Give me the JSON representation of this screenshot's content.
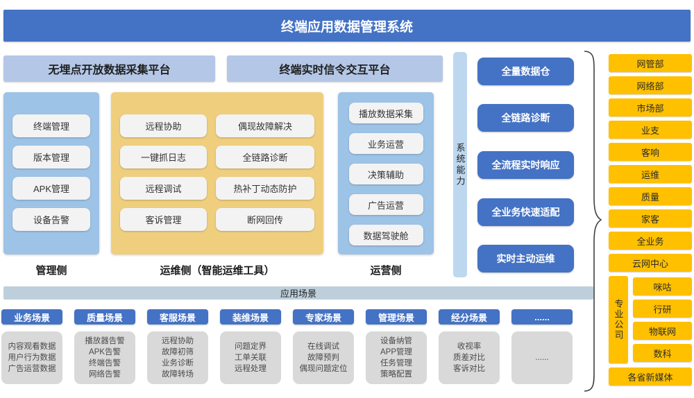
{
  "title": "终端应用数据管理系统",
  "platforms": [
    "无埋点开放数据采集平台",
    "终端实时信令交互平台"
  ],
  "management": {
    "label": "管理侧",
    "items": [
      "终端管理",
      "版本管理",
      "APK管理",
      "设备告警"
    ]
  },
  "maintenance": {
    "label": "运维侧（智能运维工具）",
    "left_items": [
      "远程协助",
      "一键抓日志",
      "远程调试",
      "客诉管理"
    ],
    "right_items": [
      "偶现故障解决",
      "全链路诊断",
      "热补丁动态防护",
      "断网回传"
    ]
  },
  "operation": {
    "label": "运营侧",
    "items": [
      "播放数据采集",
      "业务运营",
      "决策辅助",
      "广告运营",
      "数据驾驶舱"
    ]
  },
  "system_capability": {
    "label": "系统能力",
    "items": [
      "全量数据仓",
      "全链路诊断",
      "全流程实时响应",
      "全业务快速适配",
      "实时主动运维"
    ]
  },
  "departments": {
    "items": [
      "网管部",
      "网络部",
      "市场部",
      "业支",
      "客响",
      "运维",
      "质量",
      "家客",
      "全业务",
      "云网中心"
    ],
    "group_label": "专业公司",
    "group_items": [
      "咪咕",
      "行研",
      "物联网",
      "数科"
    ],
    "bottom_item": "各省新媒体"
  },
  "app_scenarios": {
    "label": "应用场景",
    "scenarios": [
      {
        "title": "业务场景",
        "items": [
          "内容观看数据",
          "用户行为数据",
          "广告运营数据"
        ]
      },
      {
        "title": "质量场景",
        "items": [
          "播放器告警",
          "APK告警",
          "终端告警",
          "网络告警"
        ]
      },
      {
        "title": "客服场景",
        "items": [
          "远程协助",
          "故障初筛",
          "业务诊断",
          "故障转场"
        ]
      },
      {
        "title": "装维场景",
        "items": [
          "问题定界",
          "工单关联",
          "远程处理"
        ]
      },
      {
        "title": "专家场景",
        "items": [
          "在线调试",
          "故障预判",
          "偶现问题定位"
        ]
      },
      {
        "title": "管理场景",
        "items": [
          "设备纳管",
          "APP管理",
          "任务管理",
          "策略配置"
        ]
      },
      {
        "title": "经分场景",
        "items": [
          "收视率",
          "质差对比",
          "客诉对比"
        ]
      },
      {
        "title": "......",
        "items": [
          "......"
        ]
      }
    ]
  },
  "colors": {
    "primary_blue": "#4472C4",
    "panel_blue": "#9DC3E6",
    "header_blue": "#B4C7E7",
    "capability_bar_blue": "#BDD7EE",
    "panel_yellow": "#EFCF7E",
    "gold": "#FFC000",
    "scenario_bar": "#BDCFDB",
    "gray_box": "#D9D9D9"
  }
}
